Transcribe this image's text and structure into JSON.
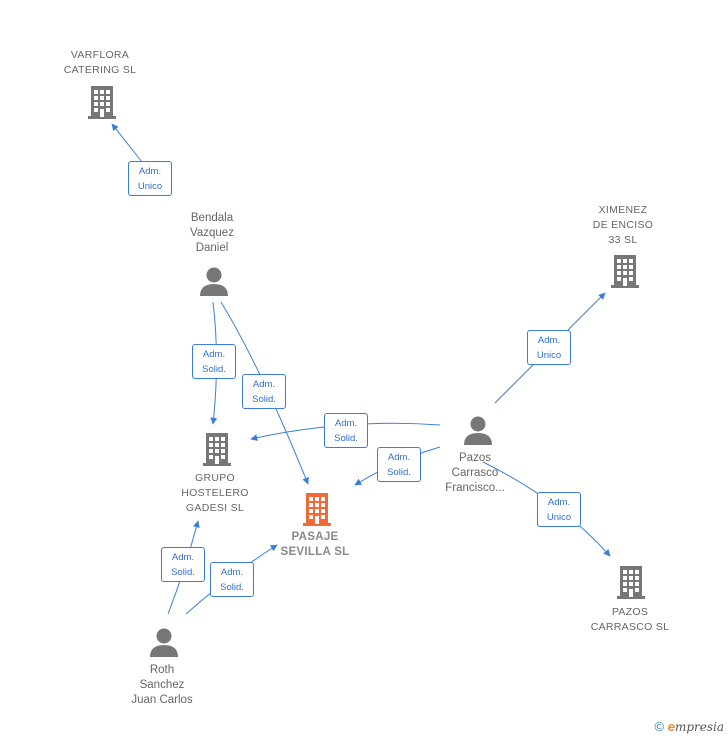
{
  "colors": {
    "edge": "#3a7fd5",
    "company_icon": "#777777",
    "focal_icon": "#ef6a37",
    "person_icon": "#777777"
  },
  "nodes": {
    "varflora": {
      "label": "VARFLORA\nCATERING  SL",
      "icon": "building-icon"
    },
    "bendala": {
      "label": "Bendala\nVazquez\nDaniel",
      "icon": "person-icon"
    },
    "ximenez": {
      "label": "XIMENEZ\nDE ENCISO\n33  SL",
      "icon": "building-icon"
    },
    "grupo": {
      "label": "GRUPO\nHOSTELERO\nGADESI  SL",
      "icon": "building-icon"
    },
    "pasaje": {
      "label": "PASAJE\nSEVILLA  SL",
      "icon": "building-icon"
    },
    "pazos_person": {
      "label": "Pazos\nCarrasco\nFrancisco...",
      "icon": "person-icon"
    },
    "pazos_company": {
      "label": "PAZOS\nCARRASCO  SL",
      "icon": "building-icon"
    },
    "roth": {
      "label": "Roth\nSanchez\nJuan Carlos",
      "icon": "person-icon"
    }
  },
  "relations": {
    "bendala_varflora": "Adm.\nUnico",
    "bendala_grupo": "Adm.\nSolid.",
    "bendala_pasaje": "Adm.\nSolid.",
    "pazos_grupo": "Adm.\nSolid.",
    "pazos_pasaje": "Adm.\nSolid.",
    "pazos_ximenez": "Adm.\nUnico",
    "pazos_pazosco": "Adm.\nUnico",
    "roth_grupo": "Adm.\nSolid.",
    "roth_pasaje": "Adm.\nSolid."
  },
  "footer": {
    "copyright": "©",
    "brand_e": "e",
    "brand_rest": "mpresia"
  }
}
